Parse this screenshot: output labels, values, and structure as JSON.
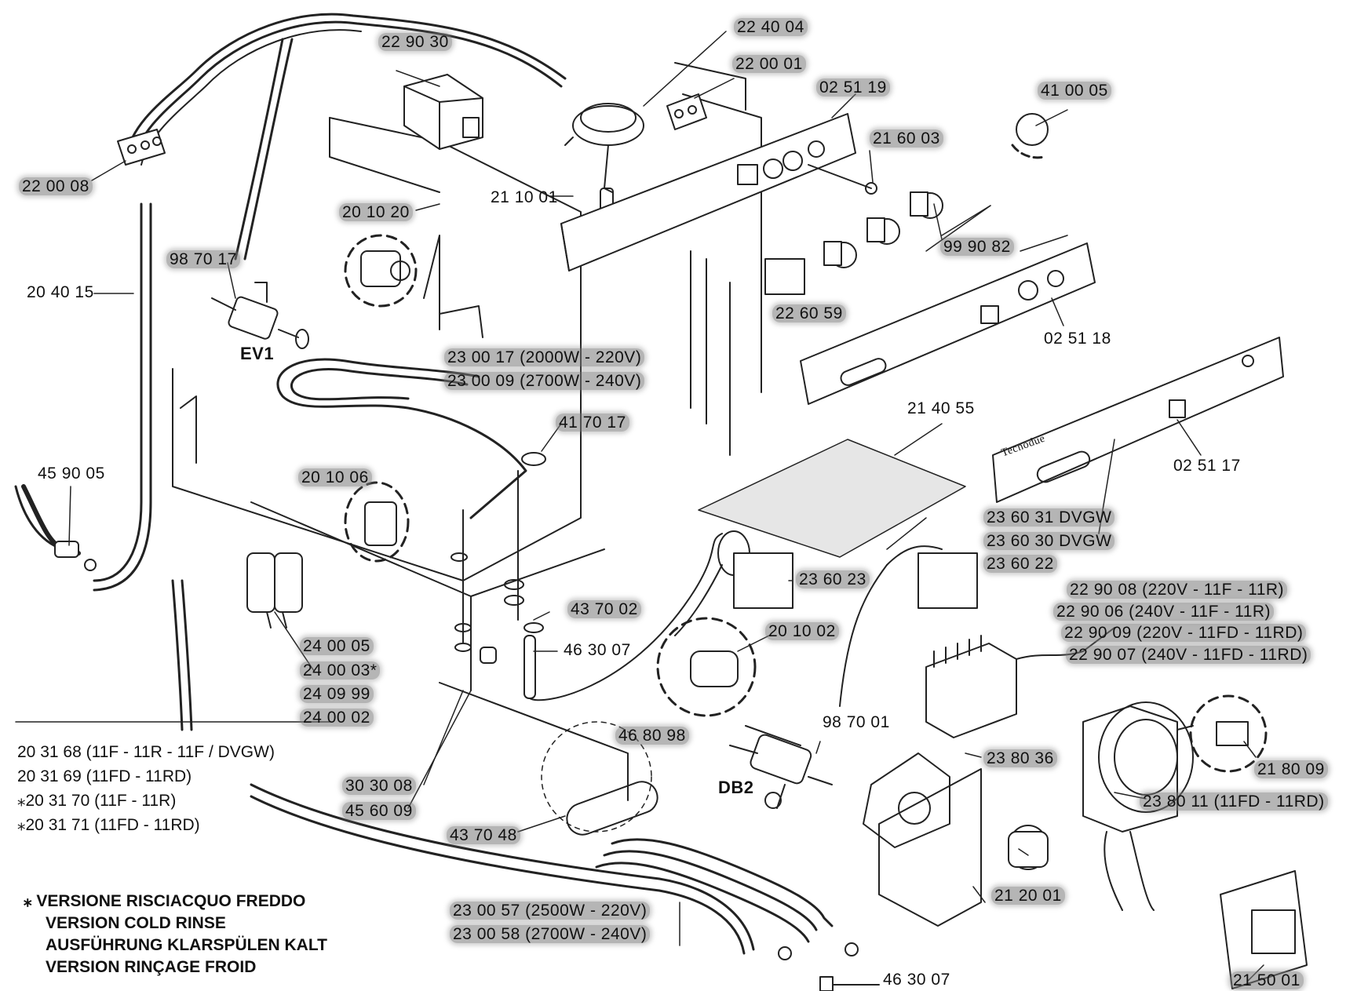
{
  "parts": [
    {
      "id": "p1",
      "code": "22 90 30",
      "hl": true
    },
    {
      "id": "p2",
      "code": "22 40 04",
      "hl": true
    },
    {
      "id": "p3",
      "code": "22 00 01",
      "hl": true
    },
    {
      "id": "p4",
      "code": "02 51 19",
      "hl": true
    },
    {
      "id": "p5",
      "code": "41 00 05",
      "hl": true
    },
    {
      "id": "p6",
      "code": "21 60 03",
      "hl": true
    },
    {
      "id": "p7",
      "code": "22 00 08",
      "hl": true
    },
    {
      "id": "p8",
      "code": "21 10 01",
      "hl": false
    },
    {
      "id": "p9",
      "code": "20 10 20",
      "hl": true
    },
    {
      "id": "p10",
      "code": "99 90 82",
      "hl": true
    },
    {
      "id": "p11",
      "code": "98 70 17",
      "hl": true
    },
    {
      "id": "p12",
      "code": "20 40 15",
      "hl": false
    },
    {
      "id": "p13",
      "code": "22 60 59",
      "hl": true
    },
    {
      "id": "p14",
      "code": "02 51 18",
      "hl": false
    },
    {
      "id": "p15",
      "code": "EV1",
      "hl": false
    },
    {
      "id": "p16",
      "code": "23 00 17 (2000W - 220V)",
      "hl": true
    },
    {
      "id": "p17",
      "code": "23 00 09 (2700W - 240V)",
      "hl": true
    },
    {
      "id": "p18",
      "code": "21 40 55",
      "hl": false
    },
    {
      "id": "p19",
      "code": "41 70 17",
      "hl": true
    },
    {
      "id": "p20",
      "code": "45 90 05",
      "hl": false
    },
    {
      "id": "p21",
      "code": "20 10 06",
      "hl": true
    },
    {
      "id": "p22",
      "code": "02 51 17",
      "hl": false
    },
    {
      "id": "p23",
      "code": "23 60 31 DVGW",
      "hl": true
    },
    {
      "id": "p24",
      "code": "23 60 30 DVGW",
      "hl": true
    },
    {
      "id": "p25",
      "code": "23 60 22",
      "hl": true
    },
    {
      "id": "p26",
      "code": "23 60 23",
      "hl": true
    },
    {
      "id": "p27",
      "code": "22 90 08 (220V - 11F - 11R)",
      "hl": true
    },
    {
      "id": "p28",
      "code": "22 90 06 (240V - 11F - 11R)",
      "hl": true
    },
    {
      "id": "p29",
      "code": "22 90 09 (220V - 11FD - 11RD)",
      "hl": true
    },
    {
      "id": "p30",
      "code": "22 90 07 (240V - 11FD - 11RD)",
      "hl": true
    },
    {
      "id": "p31",
      "code": "43 70 02",
      "hl": true
    },
    {
      "id": "p32",
      "code": "20 10 02",
      "hl": true
    },
    {
      "id": "p33",
      "code": "24 00 05",
      "hl": true
    },
    {
      "id": "p34",
      "code": "46 30 07",
      "hl": false
    },
    {
      "id": "p35",
      "code": "24 00 03*",
      "hl": true
    },
    {
      "id": "p36",
      "code": "24 09 99",
      "hl": true
    },
    {
      "id": "p37",
      "code": "24 00 02",
      "hl": true
    },
    {
      "id": "p38",
      "code": "98 70 01",
      "hl": false
    },
    {
      "id": "p39",
      "code": "46 80 98",
      "hl": true
    },
    {
      "id": "p40",
      "code": "23 80 36",
      "hl": true
    },
    {
      "id": "p41",
      "code": "21 80 09",
      "hl": true
    },
    {
      "id": "p42",
      "code": "DB2",
      "hl": false
    },
    {
      "id": "p43",
      "code": "30 30 08",
      "hl": true
    },
    {
      "id": "p44",
      "code": "45 60 09",
      "hl": true
    },
    {
      "id": "p45",
      "code": "23 80 11 (11FD - 11RD)",
      "hl": true
    },
    {
      "id": "p46",
      "code": "43 70 48",
      "hl": true
    },
    {
      "id": "p47",
      "code": "21 20 01",
      "hl": true
    },
    {
      "id": "p48",
      "code": "23 00 57 (2500W - 220V)",
      "hl": true
    },
    {
      "id": "p49",
      "code": "23 00 58 (2700W - 240V)",
      "hl": true
    },
    {
      "id": "p50",
      "code": "46 30 07",
      "hl": false
    },
    {
      "id": "p51",
      "code": "21 50 01",
      "hl": true
    }
  ],
  "heater_list": [
    "20 31 68 (11F - 11R - 11F / DVGW)",
    "20 31 69 (11FD - 11RD)",
    "⁎20 31 70 (11F - 11R)",
    "⁎20 31 71 (11FD - 11RD)"
  ],
  "footnote": [
    "⁎ VERSIONE RISCIACQUO FREDDO",
    "VERSION COLD RINSE",
    "AUSFÜHRUNG KLARSPÜLEN KALT",
    "VERSION RINÇAGE FROID"
  ],
  "brand": "Tecnodue"
}
